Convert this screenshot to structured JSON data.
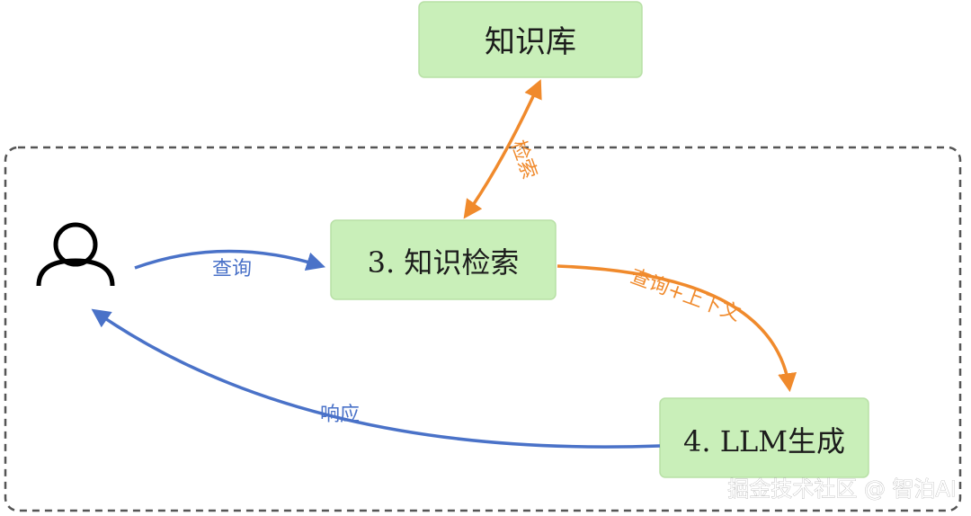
{
  "diagram": {
    "nodes": {
      "knowledge_base": "知识库",
      "retrieval": "3. 知识检索",
      "generation": "4. LLM生成",
      "user": "user-icon"
    },
    "edges": {
      "query": "查询",
      "retrieve": "检索",
      "query_context": "查询+上下文",
      "response": "响应"
    }
  },
  "colors": {
    "node_fill": "#c9efb9",
    "blue_arrow": "#4a72c8",
    "orange_arrow": "#f08a2c",
    "boundary": "#555555"
  },
  "watermark": "掘金技术社区 @ 智泊AI"
}
